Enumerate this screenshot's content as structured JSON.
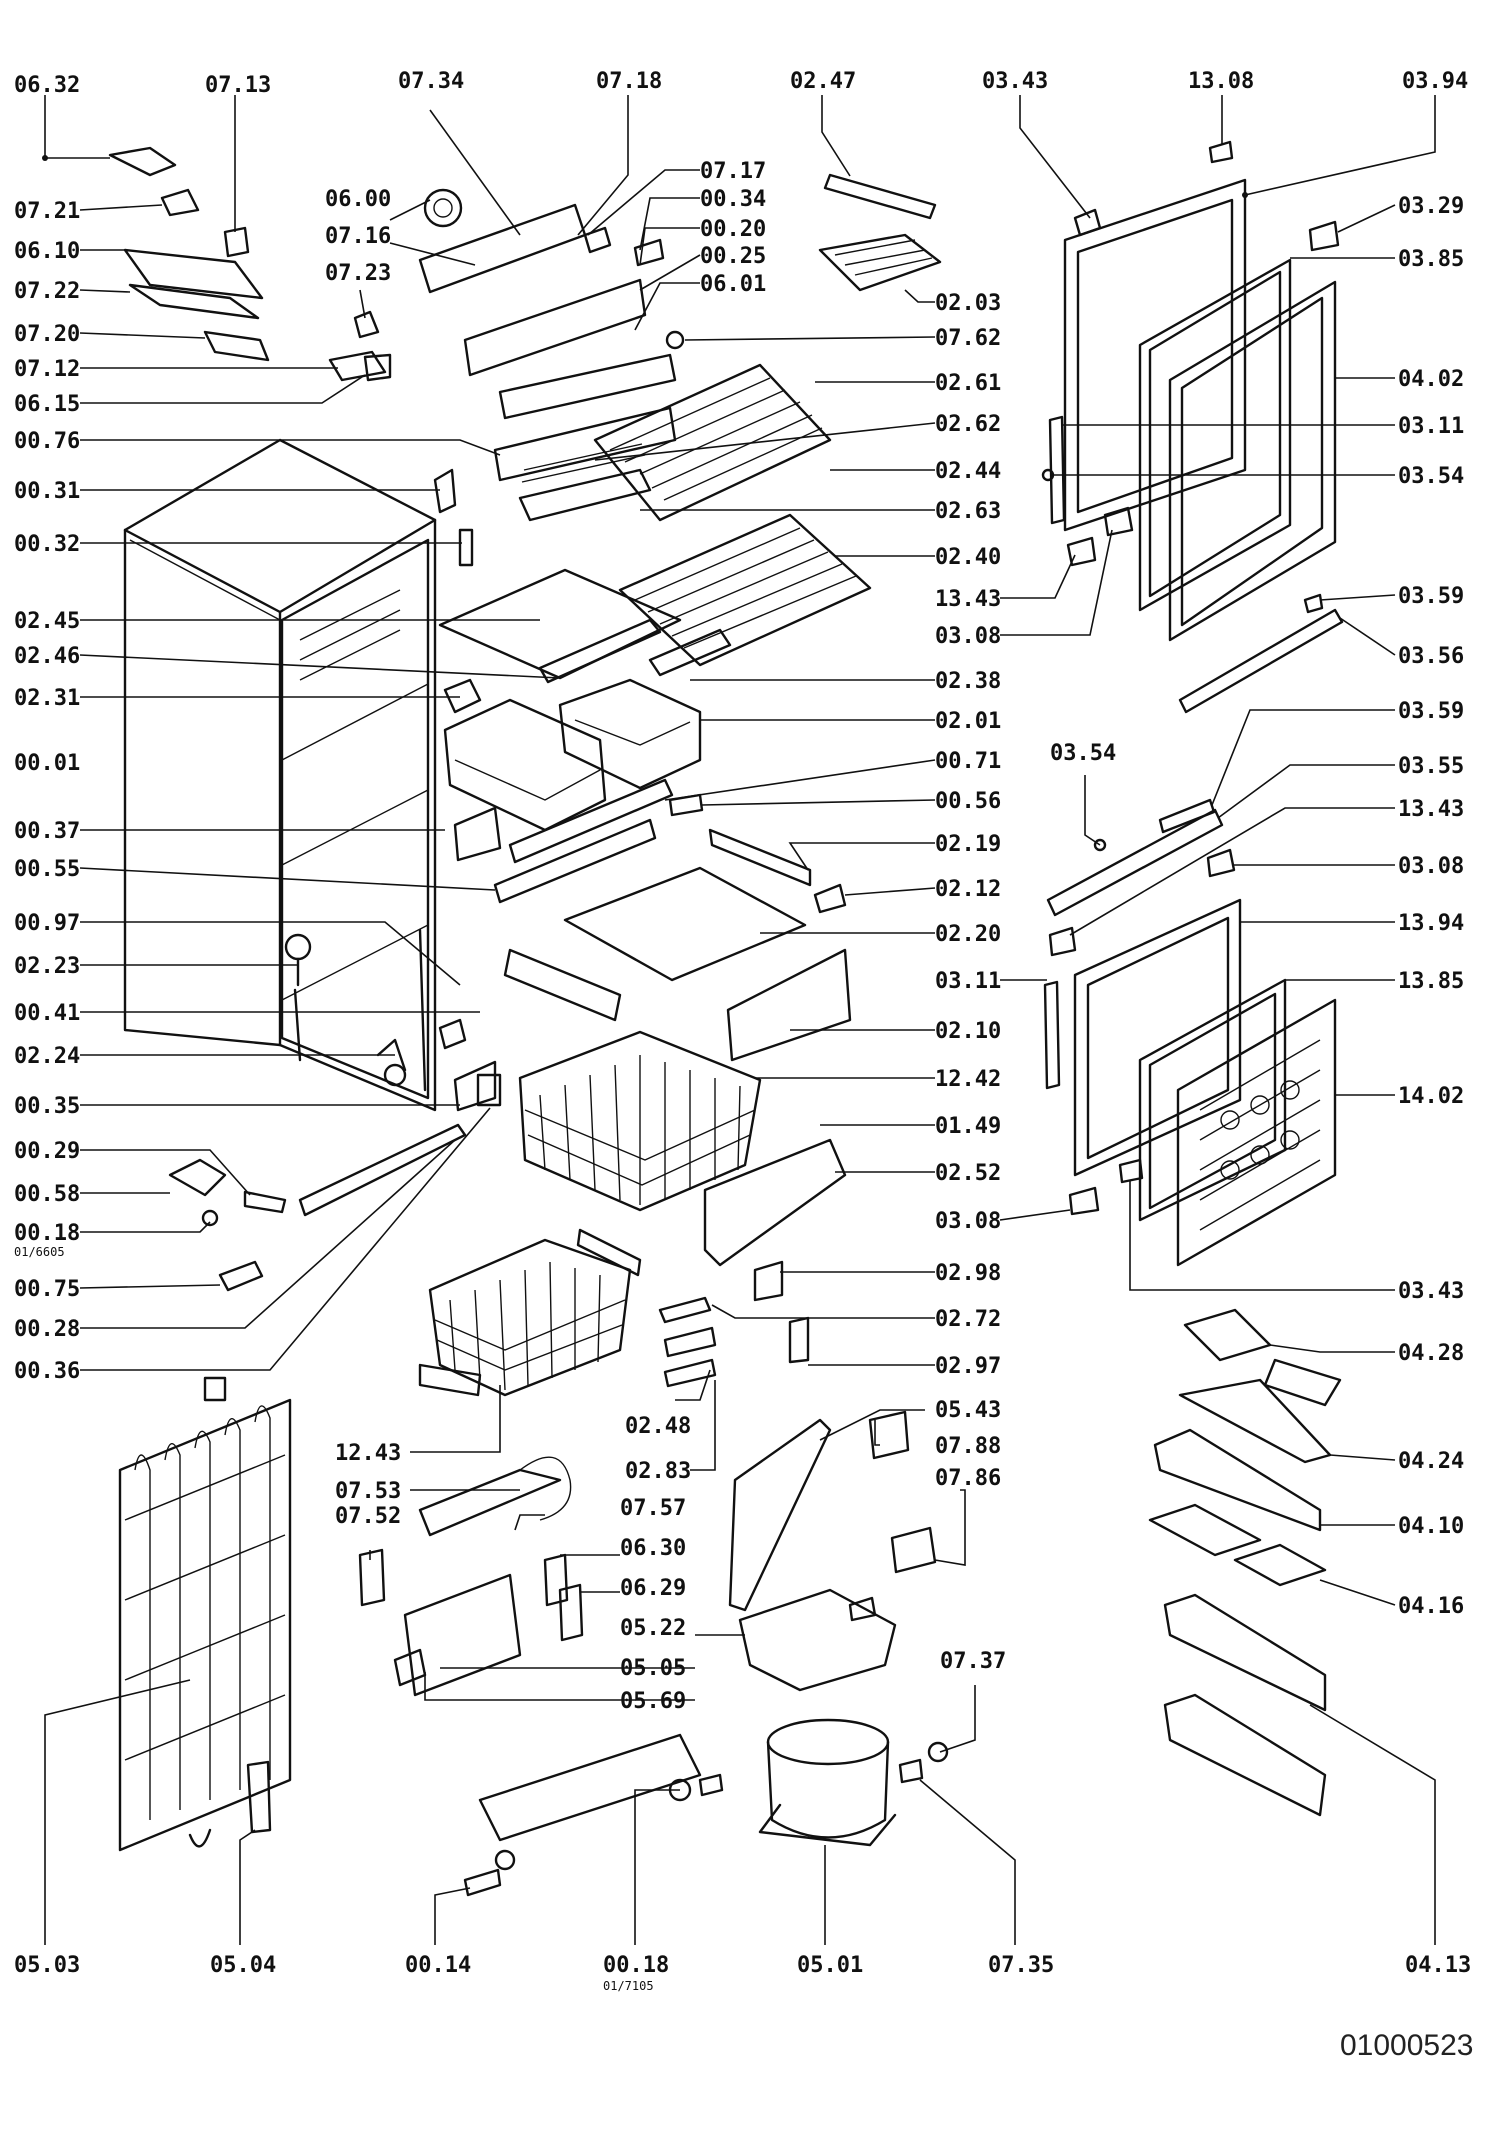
{
  "diagram": {
    "document_number": "01000523",
    "labels": [
      {
        "id": "l_0632",
        "text": "06.32"
      },
      {
        "id": "l_0713",
        "text": "07.13"
      },
      {
        "id": "l_0734",
        "text": "07.34"
      },
      {
        "id": "l_0718",
        "text": "07.18"
      },
      {
        "id": "l_0247",
        "text": "02.47"
      },
      {
        "id": "l_0343a",
        "text": "03.43"
      },
      {
        "id": "l_1308",
        "text": "13.08"
      },
      {
        "id": "l_0394",
        "text": "03.94"
      },
      {
        "id": "l_0721",
        "text": "07.21"
      },
      {
        "id": "l_0610",
        "text": "06.10"
      },
      {
        "id": "l_0722",
        "text": "07.22"
      },
      {
        "id": "l_0720",
        "text": "07.20"
      },
      {
        "id": "l_0712",
        "text": "07.12"
      },
      {
        "id": "l_0615",
        "text": "06.15"
      },
      {
        "id": "l_0076",
        "text": "00.76"
      },
      {
        "id": "l_0031",
        "text": "00.31"
      },
      {
        "id": "l_0032",
        "text": "00.32"
      },
      {
        "id": "l_0245",
        "text": "02.45"
      },
      {
        "id": "l_0246",
        "text": "02.46"
      },
      {
        "id": "l_0231",
        "text": "02.31"
      },
      {
        "id": "l_0001",
        "text": "00.01"
      },
      {
        "id": "l_0037",
        "text": "00.37"
      },
      {
        "id": "l_0055",
        "text": "00.55"
      },
      {
        "id": "l_0097",
        "text": "00.97"
      },
      {
        "id": "l_0223",
        "text": "02.23"
      },
      {
        "id": "l_0041",
        "text": "00.41"
      },
      {
        "id": "l_0224",
        "text": "02.24"
      },
      {
        "id": "l_0035",
        "text": "00.35"
      },
      {
        "id": "l_0029",
        "text": "00.29"
      },
      {
        "id": "l_0058",
        "text": "00.58"
      },
      {
        "id": "l_0018a",
        "text": "00.18"
      },
      {
        "id": "l_0018a_sub",
        "text": "01/6605"
      },
      {
        "id": "l_0075",
        "text": "00.75"
      },
      {
        "id": "l_0028",
        "text": "00.28"
      },
      {
        "id": "l_0036",
        "text": "00.36"
      },
      {
        "id": "l_0600",
        "text": "06.00"
      },
      {
        "id": "l_0716",
        "text": "07.16"
      },
      {
        "id": "l_0723",
        "text": "07.23"
      },
      {
        "id": "l_0717",
        "text": "07.17"
      },
      {
        "id": "l_0034",
        "text": "00.34"
      },
      {
        "id": "l_0020",
        "text": "00.20"
      },
      {
        "id": "l_0025",
        "text": "00.25"
      },
      {
        "id": "l_0601",
        "text": "06.01"
      },
      {
        "id": "l_0762",
        "text": "07.62"
      },
      {
        "id": "l_0203",
        "text": "02.03"
      },
      {
        "id": "l_0261",
        "text": "02.61"
      },
      {
        "id": "l_0262",
        "text": "02.62"
      },
      {
        "id": "l_0244",
        "text": "02.44"
      },
      {
        "id": "l_0263",
        "text": "02.63"
      },
      {
        "id": "l_0240",
        "text": "02.40"
      },
      {
        "id": "l_0238",
        "text": "02.38"
      },
      {
        "id": "l_0201",
        "text": "02.01"
      },
      {
        "id": "l_0071",
        "text": "00.71"
      },
      {
        "id": "l_0056",
        "text": "00.56"
      },
      {
        "id": "l_0219",
        "text": "02.19"
      },
      {
        "id": "l_0212",
        "text": "02.12"
      },
      {
        "id": "l_0220",
        "text": "02.20"
      },
      {
        "id": "l_0210",
        "text": "02.10"
      },
      {
        "id": "l_1242",
        "text": "12.42"
      },
      {
        "id": "l_0149",
        "text": "01.49"
      },
      {
        "id": "l_0252",
        "text": "02.52"
      },
      {
        "id": "l_0298",
        "text": "02.98"
      },
      {
        "id": "l_0272",
        "text": "02.72"
      },
      {
        "id": "l_0297",
        "text": "02.97"
      },
      {
        "id": "l_0248",
        "text": "02.48"
      },
      {
        "id": "l_0283",
        "text": "02.83"
      },
      {
        "id": "l_1243",
        "text": "12.43"
      },
      {
        "id": "l_0753",
        "text": "07.53"
      },
      {
        "id": "l_0752",
        "text": "07.52"
      },
      {
        "id": "l_0757",
        "text": "07.57"
      },
      {
        "id": "l_0630",
        "text": "06.30"
      },
      {
        "id": "l_0629",
        "text": "06.29"
      },
      {
        "id": "l_0522",
        "text": "05.22"
      },
      {
        "id": "l_0505",
        "text": "05.05"
      },
      {
        "id": "l_0569",
        "text": "05.69"
      },
      {
        "id": "l_0543",
        "text": "05.43"
      },
      {
        "id": "l_0788",
        "text": "07.88"
      },
      {
        "id": "l_0786",
        "text": "07.86"
      },
      {
        "id": "l_0737",
        "text": "07.37"
      },
      {
        "id": "l_0503",
        "text": "05.03"
      },
      {
        "id": "l_0504",
        "text": "05.04"
      },
      {
        "id": "l_0014",
        "text": "00.14"
      },
      {
        "id": "l_0018b",
        "text": "00.18"
      },
      {
        "id": "l_0018b_sub",
        "text": "01/7105"
      },
      {
        "id": "l_0501",
        "text": "05.01"
      },
      {
        "id": "l_0735",
        "text": "07.35"
      },
      {
        "id": "l_0413",
        "text": "04.13"
      },
      {
        "id": "l_0329",
        "text": "03.29"
      },
      {
        "id": "l_0385",
        "text": "03.85"
      },
      {
        "id": "l_0402",
        "text": "04.02"
      },
      {
        "id": "l_0311a",
        "text": "03.11"
      },
      {
        "id": "l_0354a",
        "text": "03.54"
      },
      {
        "id": "l_1343a",
        "text": "13.43"
      },
      {
        "id": "l_0308a",
        "text": "03.08"
      },
      {
        "id": "l_0359a",
        "text": "03.59"
      },
      {
        "id": "l_0356",
        "text": "03.56"
      },
      {
        "id": "l_0359b",
        "text": "03.59"
      },
      {
        "id": "l_0354b",
        "text": "03.54"
      },
      {
        "id": "l_0355",
        "text": "03.55"
      },
      {
        "id": "l_1343b",
        "text": "13.43"
      },
      {
        "id": "l_0308b",
        "text": "03.08"
      },
      {
        "id": "l_1394",
        "text": "13.94"
      },
      {
        "id": "l_0311b",
        "text": "03.11"
      },
      {
        "id": "l_1385",
        "text": "13.85"
      },
      {
        "id": "l_1402",
        "text": "14.02"
      },
      {
        "id": "l_0308c",
        "text": "03.08"
      },
      {
        "id": "l_0343b",
        "text": "03.43"
      },
      {
        "id": "l_0428",
        "text": "04.28"
      },
      {
        "id": "l_0424",
        "text": "04.24"
      },
      {
        "id": "l_0410",
        "text": "04.10"
      },
      {
        "id": "l_0416",
        "text": "04.16"
      }
    ]
  }
}
